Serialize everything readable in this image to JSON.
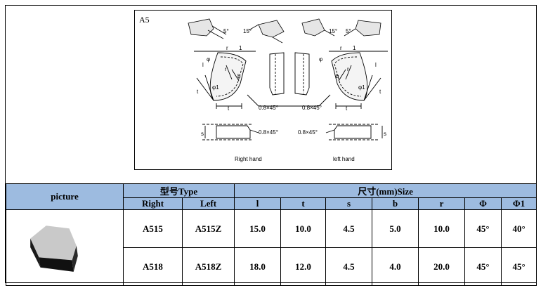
{
  "drawing": {
    "model_label": "A5",
    "angle_5": "5°",
    "angle_15": "15°",
    "r_label": "r",
    "r_value": "1",
    "phi_label": "φ",
    "phi1_label": "φ1",
    "r_small": "r",
    "b_label": "b",
    "l_label": "l",
    "t_label": "t",
    "s_label": "s",
    "chamfer": "0.8×45°",
    "right_hand": "Right hand",
    "left_hand": "left hand"
  },
  "table": {
    "header_picture": "picture",
    "header_type_cjk": "型号",
    "header_type": "Type",
    "header_size_cjk": "尺寸",
    "header_size": "(mm)Size",
    "columns": [
      "Right",
      "Left",
      "l",
      "t",
      "s",
      "b",
      "r",
      "Φ",
      "Φ1"
    ],
    "rows": [
      [
        "A515",
        "A515Z",
        "15.0",
        "10.0",
        "4.5",
        "5.0",
        "10.0",
        "45°",
        "40°"
      ],
      [
        "A518",
        "A518Z",
        "18.0",
        "12.0",
        "4.5",
        "4.0",
        "20.0",
        "45°",
        "45°"
      ]
    ]
  }
}
